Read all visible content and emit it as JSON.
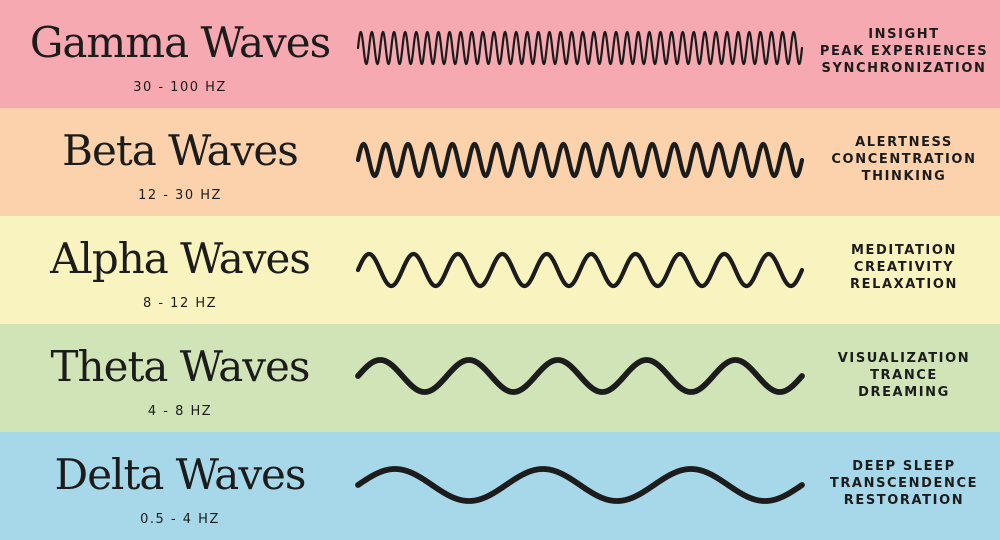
{
  "bands": [
    {
      "title": "Gamma Waves",
      "range": "30 - 100 HZ",
      "effects": [
        "INSIGHT",
        "PEAK EXPERIENCES",
        "SYNCHRONIZATION"
      ],
      "background": "#f6a9b0",
      "cycles": 40,
      "stroke_weight": "thin"
    },
    {
      "title": "Beta Waves",
      "range": "12 - 30 HZ",
      "effects": [
        "ALERTNESS",
        "CONCENTRATION",
        "THINKING"
      ],
      "background": "#fbd2ac",
      "cycles": 20,
      "stroke_weight": "medium"
    },
    {
      "title": "Alpha Waves",
      "range": "8 - 12 HZ",
      "effects": [
        "MEDITATION",
        "CREATIVITY",
        "RELAXATION"
      ],
      "background": "#f9f4bf",
      "cycles": 10,
      "stroke_weight": "medium"
    },
    {
      "title": "Theta Waves",
      "range": "4 - 8 HZ",
      "effects": [
        "VISUALIZATION",
        "TRANCE",
        "DREAMING"
      ],
      "background": "#d0e4b8",
      "cycles": 5,
      "stroke_weight": "thick"
    },
    {
      "title": "Delta Waves",
      "range": "0.5 - 4 HZ",
      "effects": [
        "DEEP SLEEP",
        "TRANSCENDENCE",
        "RESTORATION"
      ],
      "background": "#a6d8ea",
      "cycles": 3,
      "stroke_weight": "thick"
    }
  ]
}
